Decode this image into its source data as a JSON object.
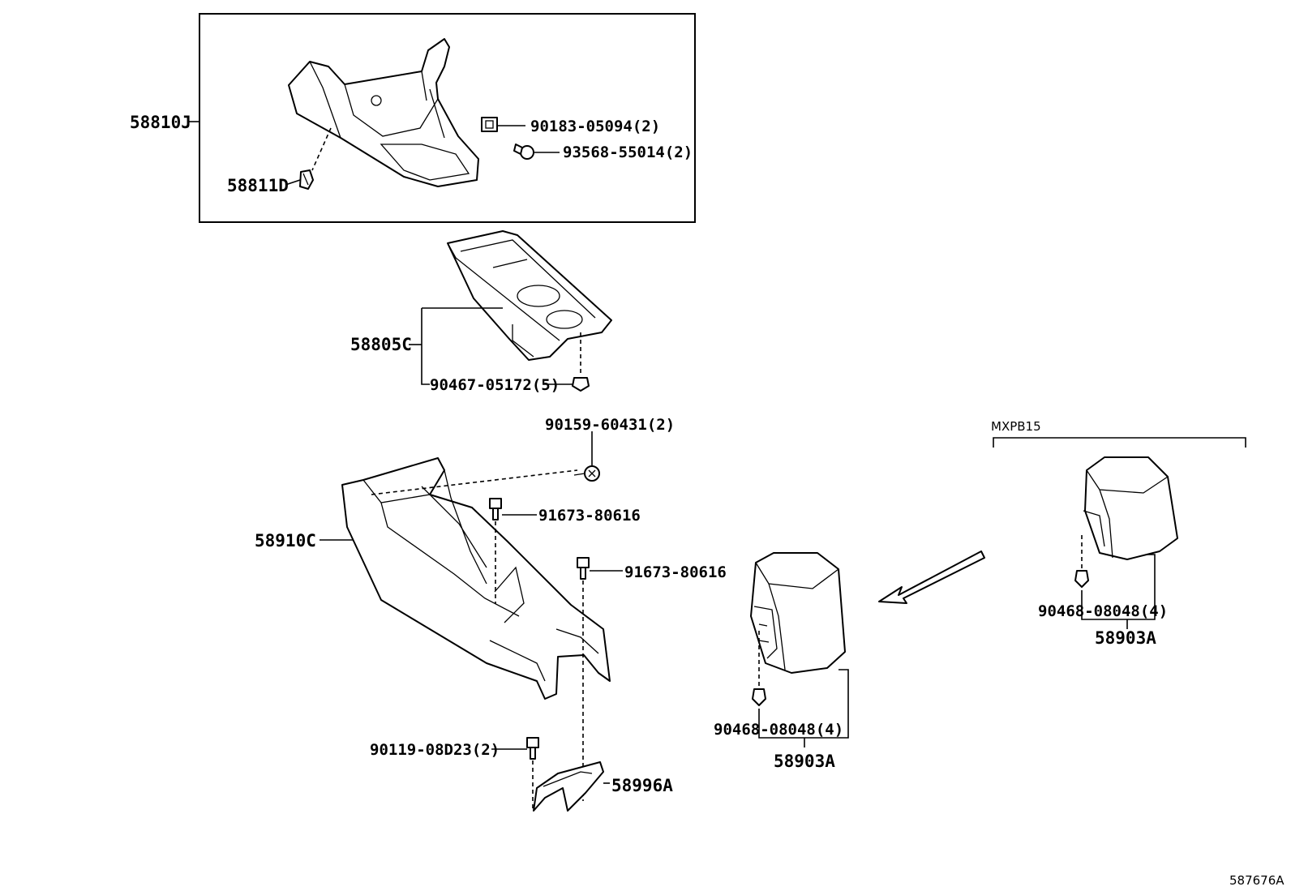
{
  "labels": {
    "p58810J": "58810J",
    "p58811D": "58811D",
    "p90183": "90183-05094(2)",
    "p93568": "93568-55014(2)",
    "p58805C": "58805C",
    "p90467": "90467-05172(5)",
    "p90159": "90159-60431(2)",
    "p91673a": "91673-80616",
    "p58910C": "58910C",
    "p91673b": "91673-80616",
    "p90119": "90119-08D23(2)",
    "p58996A": "58996A",
    "p90468a": "90468-08048(4)",
    "p58903Aa": "58903A",
    "variant": "MXPB15",
    "p90468b": "90468-08048(4)",
    "p58903Ab": "58903A",
    "diagram_id": "587676A"
  }
}
